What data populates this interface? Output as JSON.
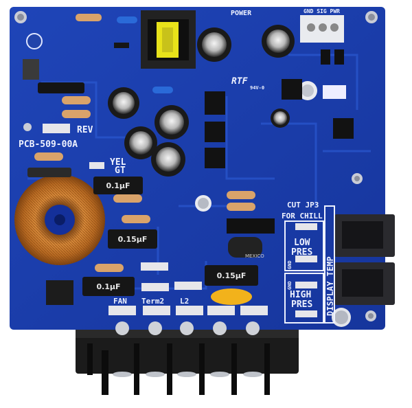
{
  "board": {
    "part_number": "PCB-509-00A",
    "rtf_mark": "RTF",
    "rtf_code": "94V-0",
    "power_label": "POWER",
    "top_header": "GND SIG PWR",
    "rev_label": "REV",
    "yel_label": "YEL",
    "gt_label": "GT",
    "cut_label": "CUT JP3",
    "for_chill": "FOR CHILL",
    "low_pres": [
      "LOW",
      "PRES"
    ],
    "high_pres": [
      "HIGH",
      "PRES"
    ],
    "display_temp": "DISPLAY TEMP",
    "terminal_labels": [
      "FAN",
      "Term2",
      "L2"
    ],
    "gnd_label": "GND"
  },
  "component_labels": {
    "caps": [
      "0.1µF",
      "0.15µF",
      "0.15µF",
      "0.1µF"
    ],
    "fuse_text": "MEXICO"
  },
  "colors": {
    "pcb": "#1a3fb0",
    "pcb_dark": "#0d2a86",
    "silkscreen": "#eef2ff",
    "copper": "#c8782a",
    "terminal_block": "#1b1b1b",
    "cap_yellow": "#f2b21b"
  }
}
